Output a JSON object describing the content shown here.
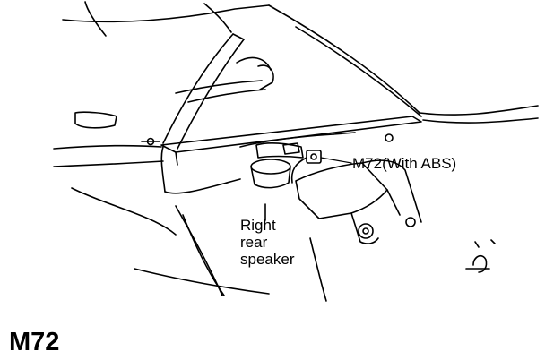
{
  "figure": {
    "connector_id": "M72",
    "callouts": {
      "connector_with_abs": "M72(With ABS)",
      "speaker_line1": "Right",
      "speaker_line2": "rear",
      "speaker_line3": "speaker"
    },
    "line_color": "#000000",
    "background": "#ffffff"
  }
}
